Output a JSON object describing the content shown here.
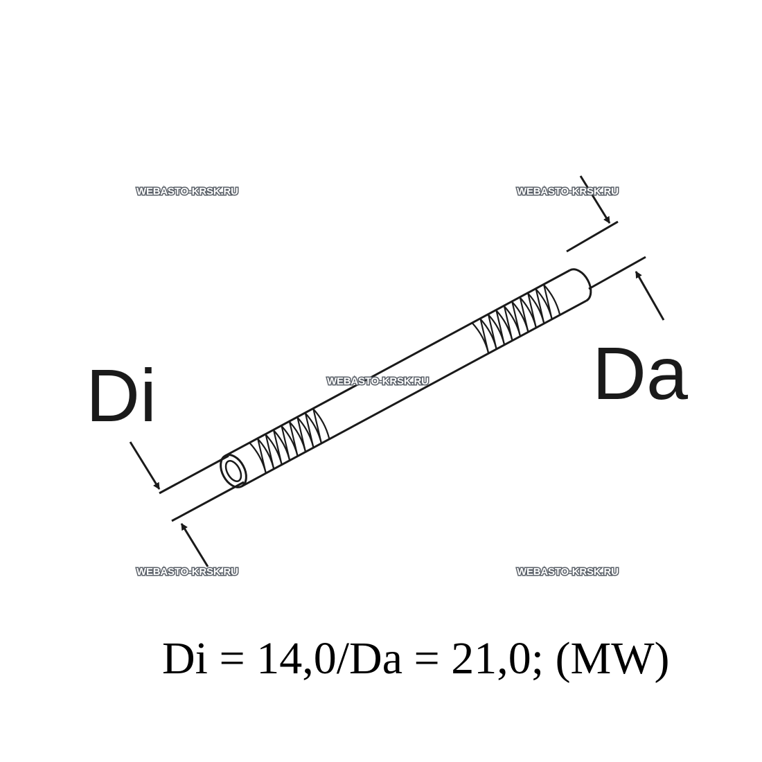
{
  "labels": {
    "inner_diameter": "Di",
    "outer_diameter": "Da"
  },
  "caption": "Di = 14,0/Da = 21,0; (MW)",
  "watermarks": [
    "WEBASTO-KRSK.RU",
    "WEBASTO-KRSK.RU",
    "WEBASTO-KRSK.RU",
    "WEBASTO-KRSK.RU",
    "WEBASTO-KRSK.RU"
  ],
  "colors": {
    "line": "#1a1a1a",
    "background": "#ffffff",
    "watermark_outline": "#5a6068"
  }
}
